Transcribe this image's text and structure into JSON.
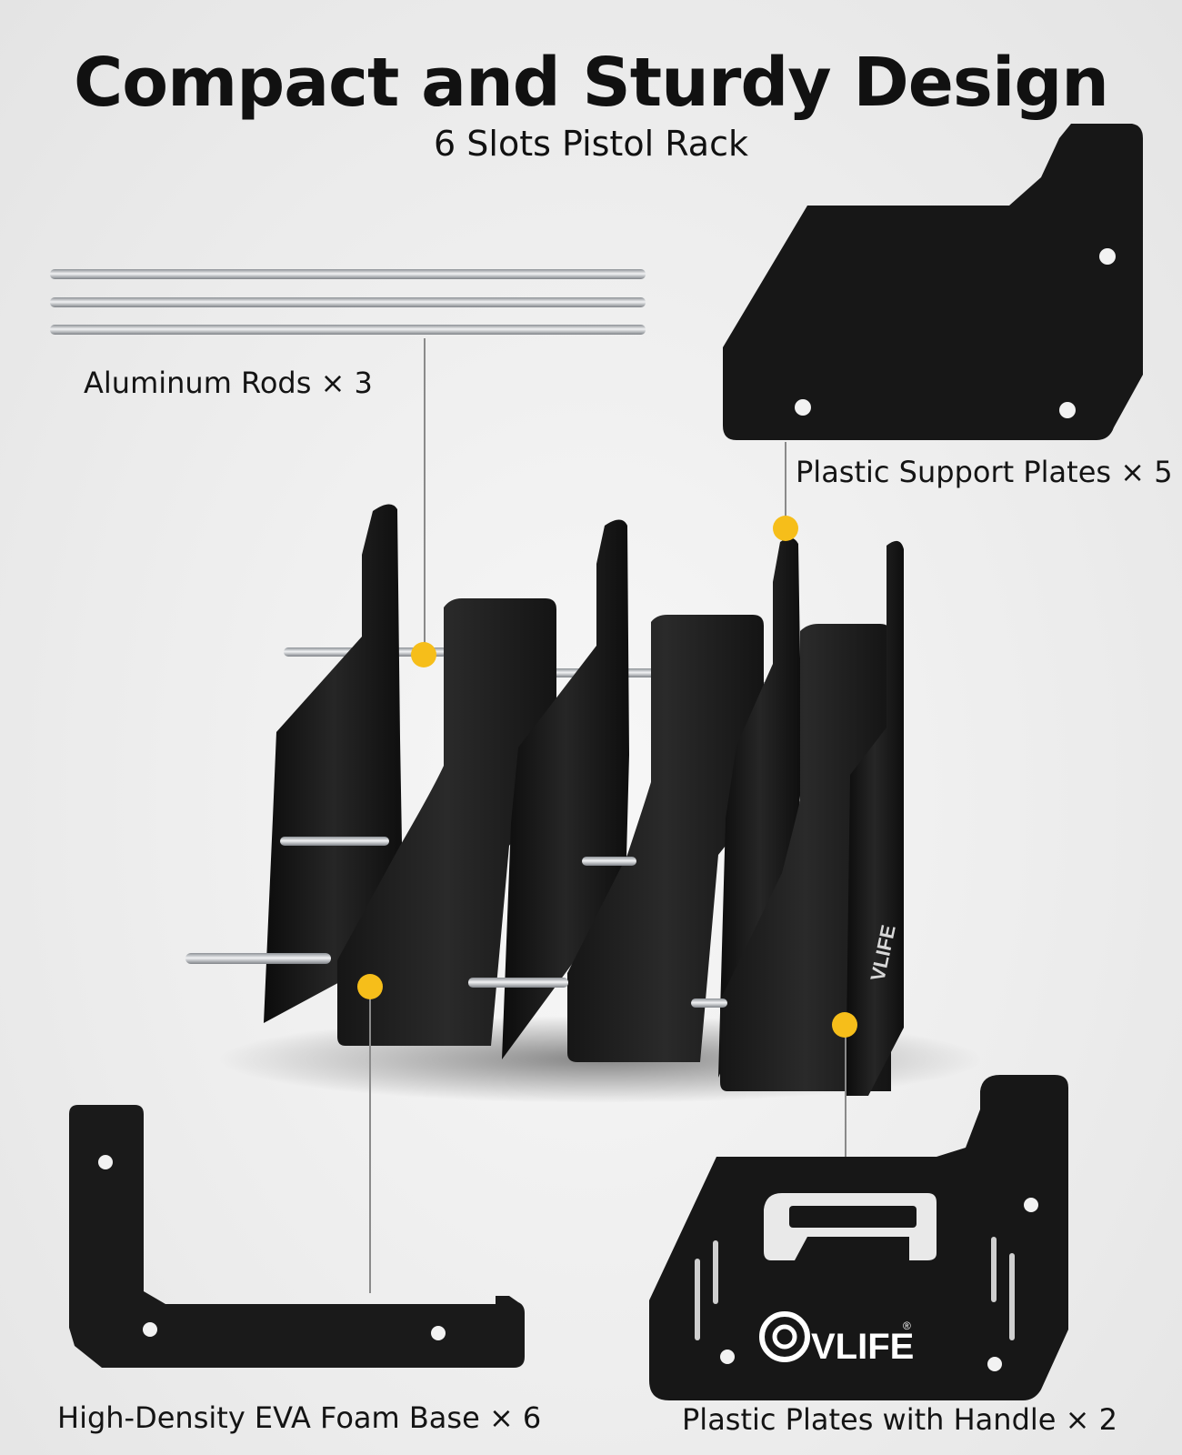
{
  "header": {
    "title": "Compact and Sturdy Design",
    "subtitle": "6 Slots Pistol Rack"
  },
  "components": [
    {
      "label": "Aluminum Rods × 3"
    },
    {
      "label": "Plastic Support Plates × 5"
    },
    {
      "label": "High-Density EVA Foam Base × 6"
    },
    {
      "label": "Plastic Plates with Handle × 2"
    }
  ],
  "brand": {
    "logo_text": "VLIFE",
    "registered_mark": "®",
    "rack_side_logo": "VLIFE"
  },
  "colors": {
    "background": "#ececec",
    "plate": "#141414",
    "foam": "#1c1c1c",
    "rod": "#c9ccd0",
    "callout_dot": "#f6be1a",
    "callout_line": "#8a8a8a",
    "text": "#111111"
  }
}
